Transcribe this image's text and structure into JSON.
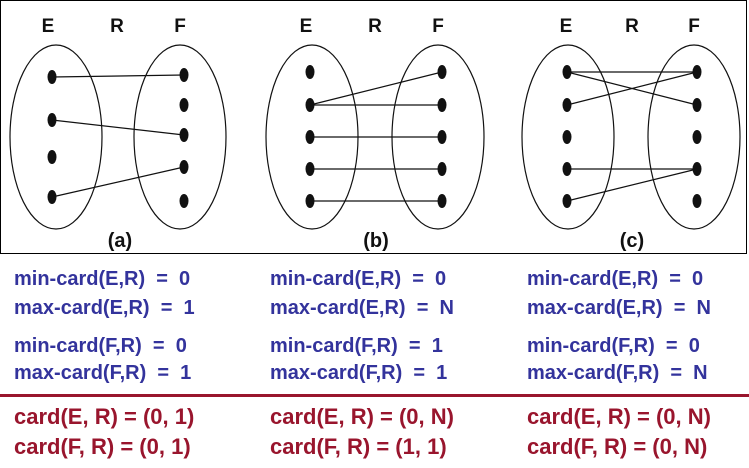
{
  "panels": [
    {
      "id": "a",
      "label": "(a)",
      "e_label": "E",
      "r_label": "R",
      "f_label": "F",
      "e_points": 4,
      "f_points": 5,
      "links": [
        [
          0,
          0
        ],
        [
          1,
          2
        ],
        [
          3,
          3
        ]
      ],
      "min_card_e": "min-card(E,R)  =  0",
      "max_card_e": "max-card(E,R)  =  1",
      "min_card_f": "min-card(F,R)  =  0",
      "max_card_f": "max-card(F,R)  =  1",
      "card_e": "card(E, R) = (0, 1)",
      "card_f": "card(F, R) = (0, 1)"
    },
    {
      "id": "b",
      "label": "(b)",
      "e_label": "E",
      "r_label": "R",
      "f_label": "F",
      "e_points": 5,
      "f_points": 5,
      "links": [
        [
          1,
          0
        ],
        [
          1,
          1
        ],
        [
          2,
          2
        ],
        [
          3,
          3
        ],
        [
          4,
          4
        ]
      ],
      "min_card_e": "min-card(E,R)  =  0",
      "max_card_e": "max-card(E,R)  =  N",
      "min_card_f": "min-card(F,R)  =  1",
      "max_card_f": "max-card(F,R)  =  1",
      "card_e": "card(E, R) = (0, N)",
      "card_f": "card(F, R) = (1, 1)"
    },
    {
      "id": "c",
      "label": "(c)",
      "e_label": "E",
      "r_label": "R",
      "f_label": "F",
      "e_points": 5,
      "f_points": 5,
      "links": [
        [
          0,
          0
        ],
        [
          0,
          1
        ],
        [
          1,
          0
        ],
        [
          3,
          3
        ],
        [
          4,
          3
        ]
      ],
      "min_card_e": "min-card(E,R)  =  0",
      "max_card_e": "max-card(E,R)  =  N",
      "min_card_f": "min-card(F,R)  =  0",
      "max_card_f": "max-card(F,R)  =  N",
      "card_e": "card(E, R) = (0, N)",
      "card_f": "card(F, R) = (0, N)"
    }
  ],
  "colors": {
    "constraint_text": "#33339c",
    "card_text": "#99152d",
    "ink": "#111111"
  }
}
